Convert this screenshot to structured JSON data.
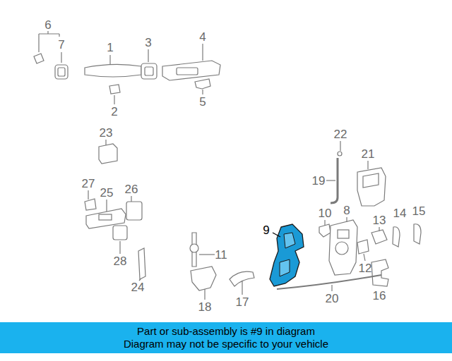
{
  "diagram": {
    "nodes": [
      {
        "text": [
          "Part or sub-assembly is #9 in diagram",
          "Diagram may not be specific to your vehicle"
        ]
      }
    ],
    "labels": [
      "6",
      "7",
      "1",
      "3",
      "4",
      "2",
      "5",
      "23",
      "22",
      "21",
      "19",
      "27",
      "25",
      "26",
      "10",
      "8",
      "13",
      "14",
      "15",
      "9",
      "11",
      "12",
      "16",
      "28",
      "24",
      "18",
      "17",
      "20"
    ]
  }
}
